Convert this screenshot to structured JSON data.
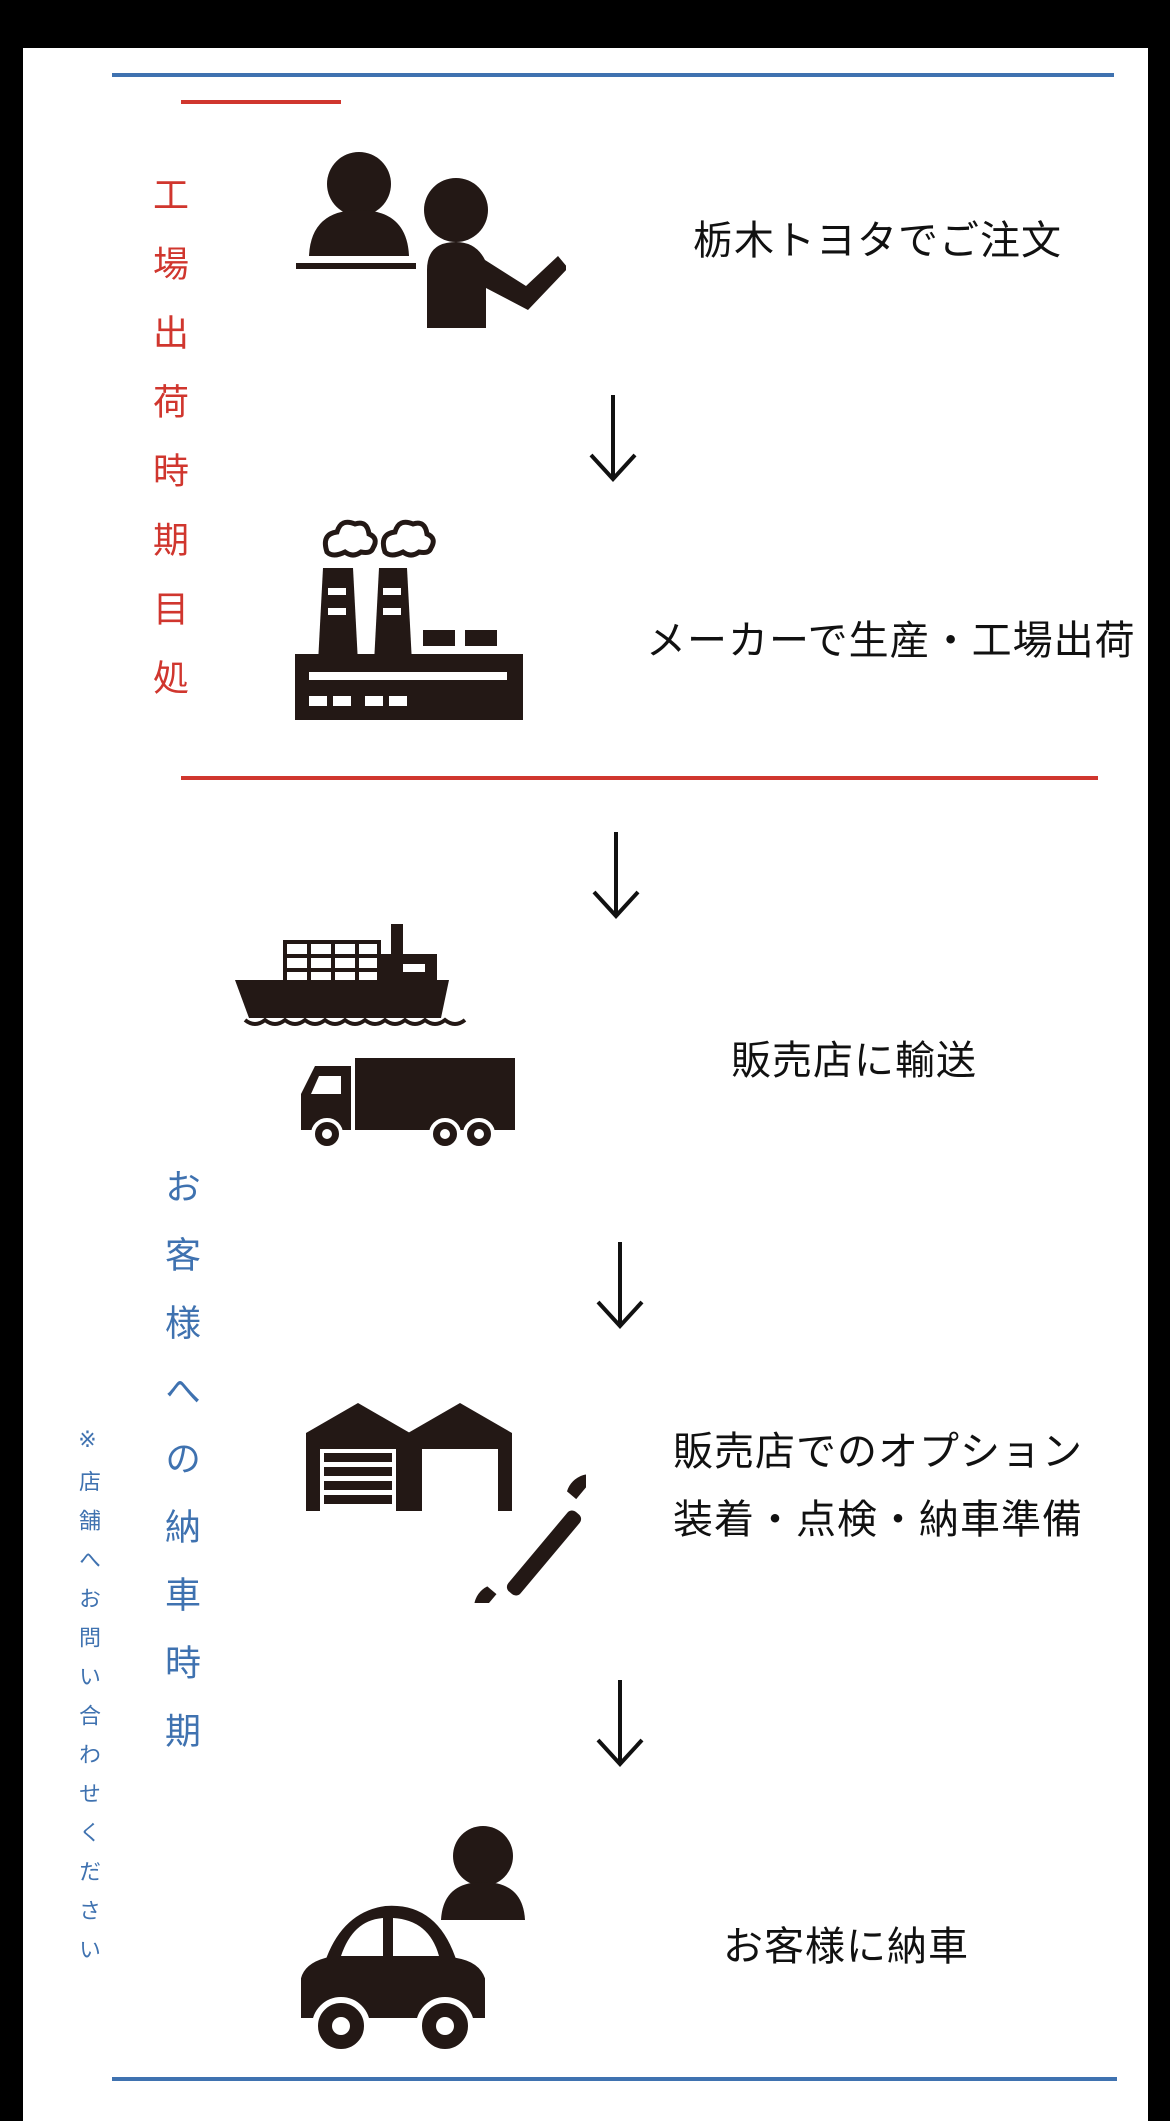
{
  "colors": {
    "background": "#000000",
    "page": "#ffffff",
    "factory_accent": "#d0362e",
    "customer_accent": "#3f72b0",
    "icon": "#231815",
    "text": "#111111"
  },
  "factory_period": {
    "label": "工場出荷時期目処"
  },
  "customer_period": {
    "label": "お客様への納車時期",
    "note": "※店舗へお問い合わせください"
  },
  "steps": [
    {
      "icon": "order-meeting-icon",
      "label": "栃木トヨタでご注文"
    },
    {
      "icon": "factory-icon",
      "label": "メーカーで生産・工場出荷"
    },
    {
      "icon": "ship-truck-icon",
      "label": "販売店に輸送"
    },
    {
      "icon": "garage-wrench-icon",
      "label_line1": "販売店でのオプション",
      "label_line2": "装着・点検・納車準備"
    },
    {
      "icon": "car-customer-icon",
      "label": "お客様に納車"
    }
  ],
  "arrows": [
    "down-arrow",
    "down-arrow",
    "down-arrow",
    "down-arrow"
  ]
}
